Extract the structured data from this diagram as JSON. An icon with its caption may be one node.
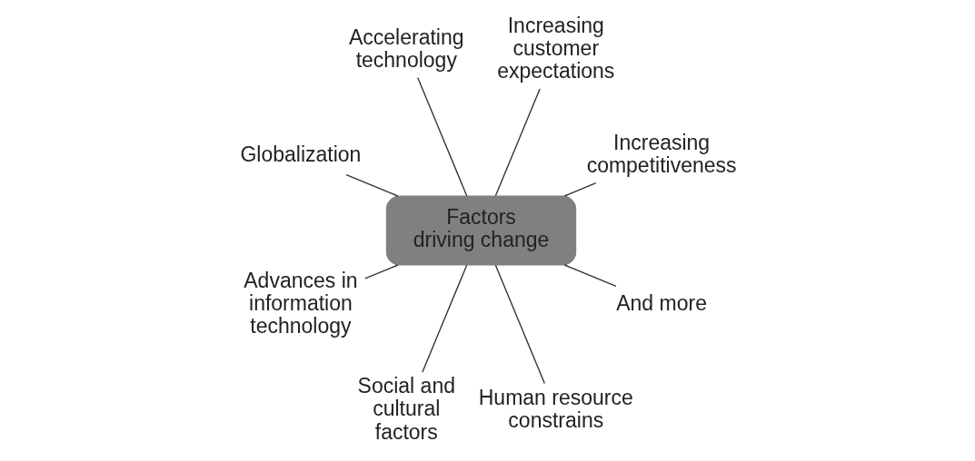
{
  "diagram": {
    "nodes": [
      {
        "text": [
          "Increasing competitiveness"
        ]
      },
      {
        "text": [
          "Increasing customer expectations"
        ]
      },
      {
        "text": [
          "Accelerating technology"
        ]
      },
      {
        "text": [
          "Globalization"
        ]
      },
      {
        "text": [
          "Factors driving change"
        ]
      },
      {
        "text": [
          "Advances in information technology"
        ]
      },
      {
        "text": [
          "Social and cultural factors"
        ]
      },
      {
        "text": [
          "Human resource constrains"
        ]
      },
      {
        "text": [
          "And more"
        ]
      }
    ],
    "edges": [
      {
        "from": 4,
        "to": 0,
        "arrow": "none"
      },
      {
        "from": 4,
        "to": 1,
        "arrow": "none"
      },
      {
        "from": 4,
        "to": 2,
        "arrow": "none"
      },
      {
        "from": 4,
        "to": 3,
        "arrow": "none"
      },
      {
        "from": 4,
        "to": 5,
        "arrow": "none"
      },
      {
        "from": 4,
        "to": 6,
        "arrow": "none"
      },
      {
        "from": 4,
        "to": 7,
        "arrow": "none"
      },
      {
        "from": 4,
        "to": 8,
        "arrow": "none"
      }
    ]
  }
}
